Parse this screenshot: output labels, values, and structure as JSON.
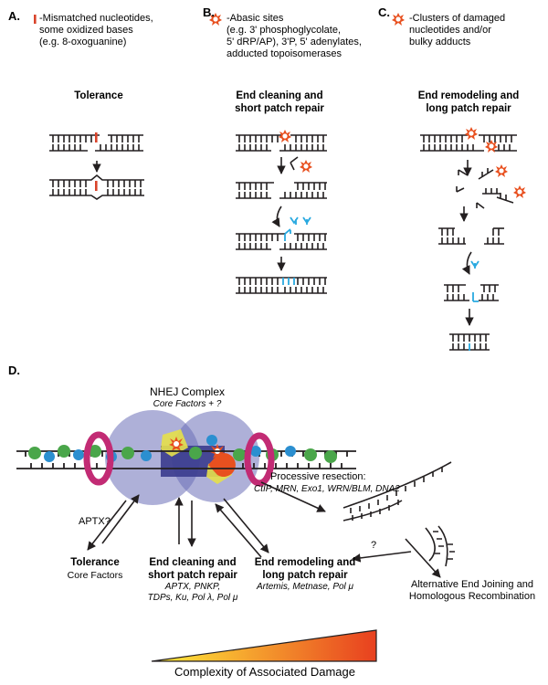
{
  "panels": {
    "a": {
      "letter": "A.",
      "legend_line1": "-Mismatched nucleotides,",
      "legend_line2": "some oxidized bases",
      "legend_line3": "(e.g. 8-oxoguanine)",
      "heading": "Tolerance"
    },
    "b": {
      "letter": "B.",
      "legend_line1": "-Abasic sites",
      "legend_line2": "(e.g. 3' phosphoglycolate,",
      "legend_line3": "5' dRP/AP), 3'P, 5' adenylates,",
      "legend_line4": "adducted topoisomerases",
      "heading_line1": "End cleaning and",
      "heading_line2": "short patch repair"
    },
    "c": {
      "letter": "C.",
      "legend_line1": "-Clusters of damaged",
      "legend_line2": "nucleotides and/or",
      "legend_line3": "bulky adducts",
      "heading_line1": "End remodeling and",
      "heading_line2": "long patch repair"
    },
    "d": {
      "letter": "D.",
      "complex_title": "NHEJ Complex",
      "complex_subtitle": "Core Factors + ?",
      "aptx_label": "APTX?",
      "resection_title": "Processive resection:",
      "resection_factors": "CtIP, MRN, Exo1, WRN/BLM, DNA2",
      "question_mark": "?",
      "alt_line1": "Alternative End Joining and",
      "alt_line2": "Homologous Recombination",
      "outcomes": [
        {
          "title": "Tolerance",
          "subtitle": "Core Factors"
        },
        {
          "title_line1": "End cleaning and",
          "title_line2": "short patch repair",
          "factors_line1": "APTX, PNKP,",
          "factors_line2": "TDPs, Ku, Pol λ, Pol μ"
        },
        {
          "title_line1": "End remodeling and",
          "title_line2": "long patch repair",
          "factors_line1": "Artemis, Metnase, Pol μ"
        }
      ],
      "gradient_label": "Complexity of Associated Damage"
    }
  },
  "colors": {
    "mismatch": "#d9442b",
    "damage_star": "#e8501f",
    "patch": "#29a9e0",
    "dna": "#231f20",
    "ku_ellipse": "#6b6fb8",
    "ring": "#c22b74",
    "nucleosome_blue": "#2b8fd0",
    "nucleosome_green": "#4aa64a",
    "yellow": "#e6e04a",
    "gradient_start": "#ffef3a",
    "gradient_end": "#e8401f"
  }
}
